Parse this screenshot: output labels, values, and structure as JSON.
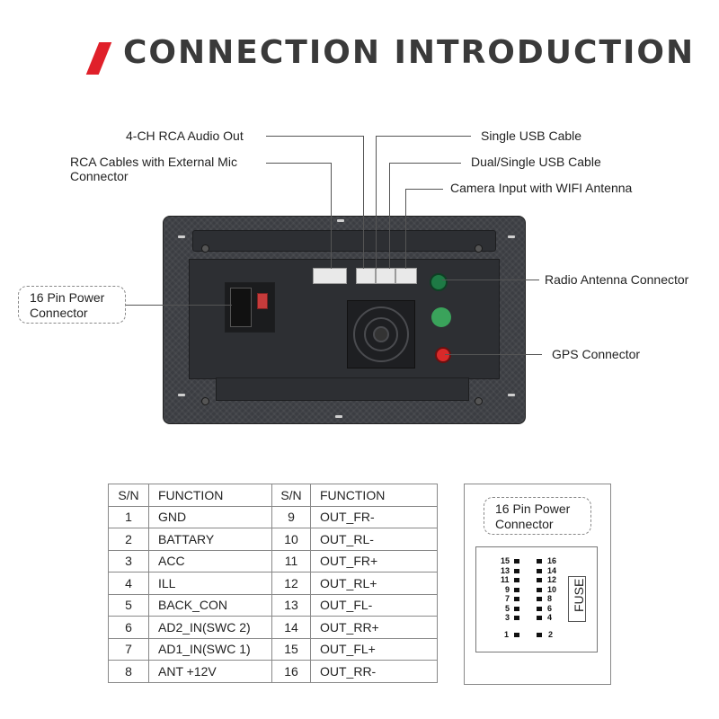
{
  "title": "CONNECTION INTRODUCTION",
  "labels": {
    "rca_audio": "4-CH RCA Audio Out",
    "rca_mic_1": "RCA Cables with External Mic",
    "rca_mic_2": "Connector",
    "single_usb": "Single USB Cable",
    "dual_usb": "Dual/Single USB Cable",
    "camera": "Camera Input with WIFI Antenna",
    "radio_antenna": "Radio Antenna Connector",
    "gps": "GPS Connector",
    "power_1": "16 Pin Power",
    "power_2": "Connector"
  },
  "table": {
    "headers": [
      "S/N",
      "FUNCTION",
      "S/N",
      "FUNCTION"
    ],
    "rows": [
      [
        "1",
        "GND",
        "9",
        "OUT_FR-"
      ],
      [
        "2",
        "BATTARY",
        "10",
        "OUT_RL-"
      ],
      [
        "3",
        "ACC",
        "11",
        "OUT_FR+"
      ],
      [
        "4",
        "ILL",
        "12",
        "OUT_RL+"
      ],
      [
        "5",
        "BACK_CON",
        "13",
        "OUT_FL-"
      ],
      [
        "6",
        "AD2_IN(SWC 2)",
        "14",
        "OUT_RR+"
      ],
      [
        "7",
        "AD1_IN(SWC 1)",
        "15",
        "OUT_FL+"
      ],
      [
        "8",
        "ANT +12V",
        "16",
        "OUT_RR-"
      ]
    ]
  },
  "connector_diagram": {
    "label_1": "16 Pin Power",
    "label_2": "Connector",
    "left_pins": [
      "15",
      "13",
      "11",
      "9",
      "7",
      "5",
      "3"
    ],
    "right_pins": [
      "16",
      "14",
      "12",
      "10",
      "8",
      "6",
      "4"
    ],
    "bottom_left": "1",
    "bottom_right": "2",
    "fuse": "FUSE"
  },
  "colors": {
    "accent": "#e0202a",
    "title": "#3a3a3a",
    "unit_body": "#3b3d42"
  }
}
